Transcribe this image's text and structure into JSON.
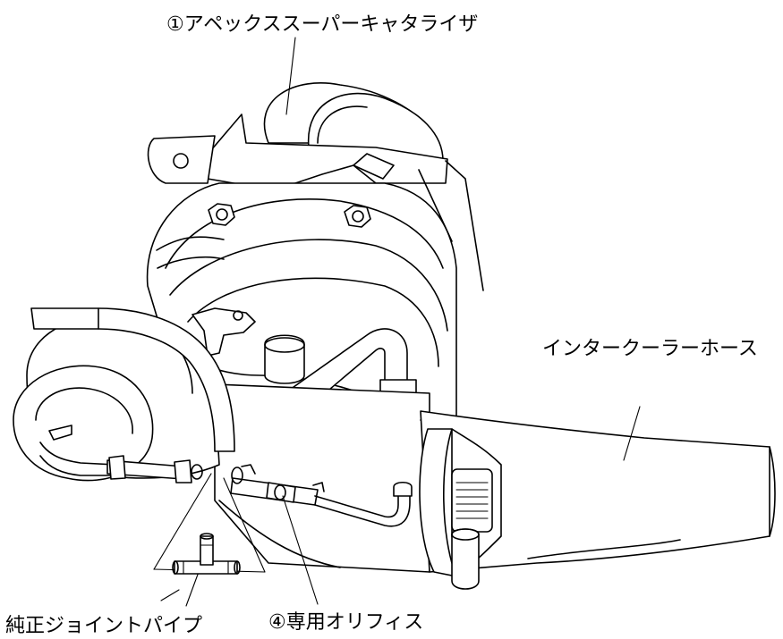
{
  "labels": {
    "supercatalyzer": "①アペックススーパーキャタライザ",
    "intercooler_hose": "インタークーラーホース",
    "genuine_joint_pipe": "純正ジョイントパイプ",
    "dedicated_orifice": "④専用オリフィス"
  },
  "colors": {
    "line": "#000000",
    "background": "#ffffff"
  }
}
